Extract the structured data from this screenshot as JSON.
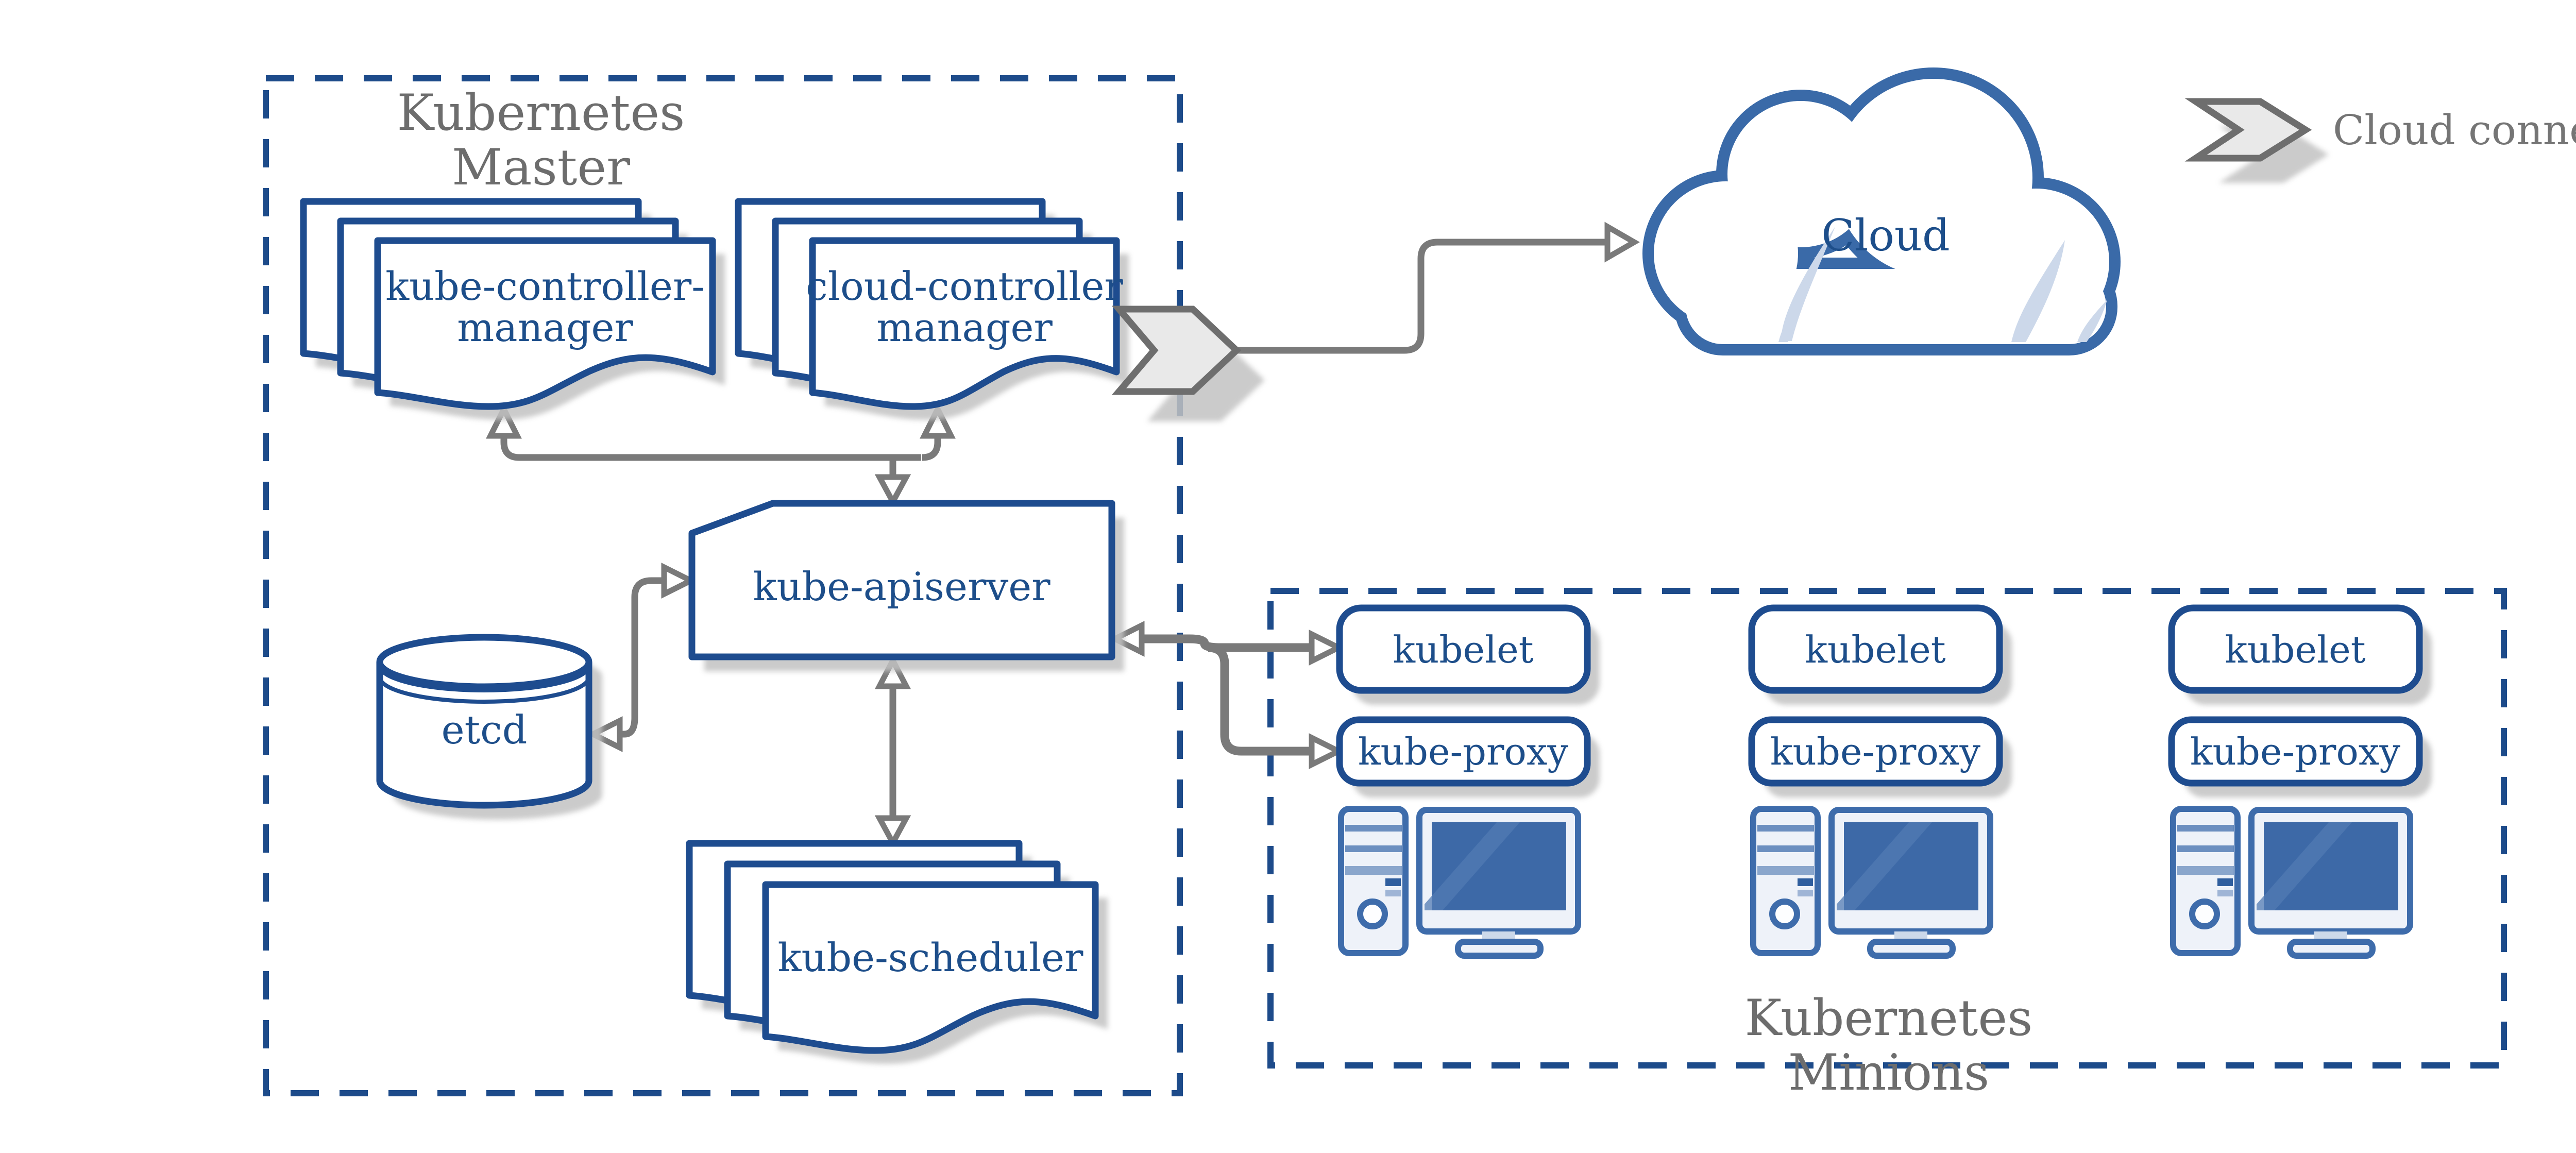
{
  "colors": {
    "primary_blue": "#1e4c8f",
    "dashed_border_blue": "#1d4b8a",
    "text_blue": "#1d4e8a",
    "cloud_outline_blue": "#3a6aa8",
    "crescent_light_blue": "#ccd8ea",
    "computer_fill": "#eef2f9",
    "screen_blue": "#3d69a7",
    "gray_label": "#6d6d6d",
    "arrow_gray": "#7a7a7a",
    "legend_fill": "#e9e9e9",
    "shadow_gray": "#c2c2c2"
  },
  "master": {
    "label_line1": "Kubernetes",
    "label_line2": "Master",
    "kube_controller_manager_line1": "kube-controller-",
    "kube_controller_manager_line2": "manager",
    "cloud_controller_manager_line1": "cloud-controller",
    "cloud_controller_manager_line2": "manager",
    "kube_apiserver": "kube-apiserver",
    "etcd": "etcd",
    "kube_scheduler": "kube-scheduler"
  },
  "cloud": {
    "label": "Cloud"
  },
  "legend": {
    "label": "Cloud connector"
  },
  "minions": {
    "label_line1": "Kubernetes",
    "label_line2": "Minions",
    "nodes": [
      {
        "kubelet": "kubelet",
        "kube_proxy": "kube-proxy"
      },
      {
        "kubelet": "kubelet",
        "kube_proxy": "kube-proxy"
      },
      {
        "kubelet": "kubelet",
        "kube_proxy": "kube-proxy"
      }
    ]
  }
}
